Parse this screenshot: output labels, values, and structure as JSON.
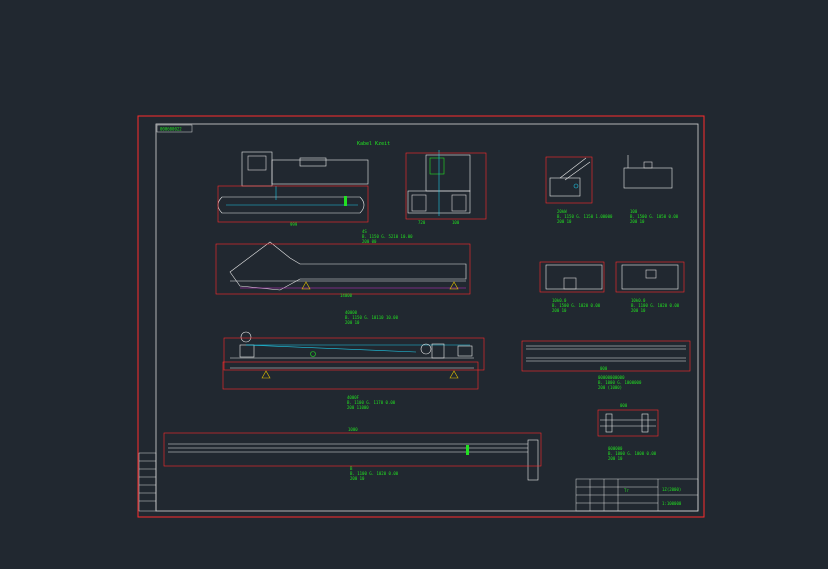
{
  "drawing": {
    "top_left_tag": "000600022",
    "main_title": "Kabel Kzeit",
    "title_block_text": "1Z(2000)",
    "title_block_sub": "1:100000",
    "title_block_stamp": "Tr"
  },
  "notes": {
    "crane_side": [
      "4S",
      "B. 1150 G. 5210 10.00",
      "200 00"
    ],
    "crane_side_dim": "999",
    "crane_front_dims": [
      "720",
      "100"
    ],
    "small_crane": [
      "20kW",
      "B. 1150 G. 1150 1.00000",
      "200 10"
    ],
    "counterweight": [
      "100",
      "B. 1500 G. 1050 0.00",
      "200 10"
    ],
    "block_left": [
      "10k0.0",
      "B. 1500 G. 1020 0.00",
      "200 10"
    ],
    "block_right": [
      "10k0.0",
      "B. 1100 G. 1020 0.00",
      "200 10"
    ],
    "boom_base": [
      "40000",
      "B. 1150 G. 10110 10.00",
      "200 10"
    ],
    "boom_base_dim": "14000",
    "boom_mid": [
      "4000F",
      "B. 1100 G. 1170 0.00",
      "200 11000"
    ],
    "boom_top_dim": "1000",
    "boom_top": [
      "B",
      "B. 1100 G. 1020 0.00",
      "200 10"
    ],
    "rods": [
      "00000000000",
      "B. 1000 G. 1000000",
      "200 (1000)"
    ],
    "rods_dim": "000",
    "frame_dim": "000",
    "frame": [
      "000000",
      "B. 1000 G. 1000 0.00",
      "200 10"
    ]
  },
  "colors": {
    "background": "#212830",
    "frame": "#ff2b2b",
    "border": "#d8d8d8",
    "drawing": "#e8e8e8",
    "text": "#22e022",
    "accent": "#1ec8e6",
    "guide": "#d030d0",
    "support": "#e6c200"
  }
}
